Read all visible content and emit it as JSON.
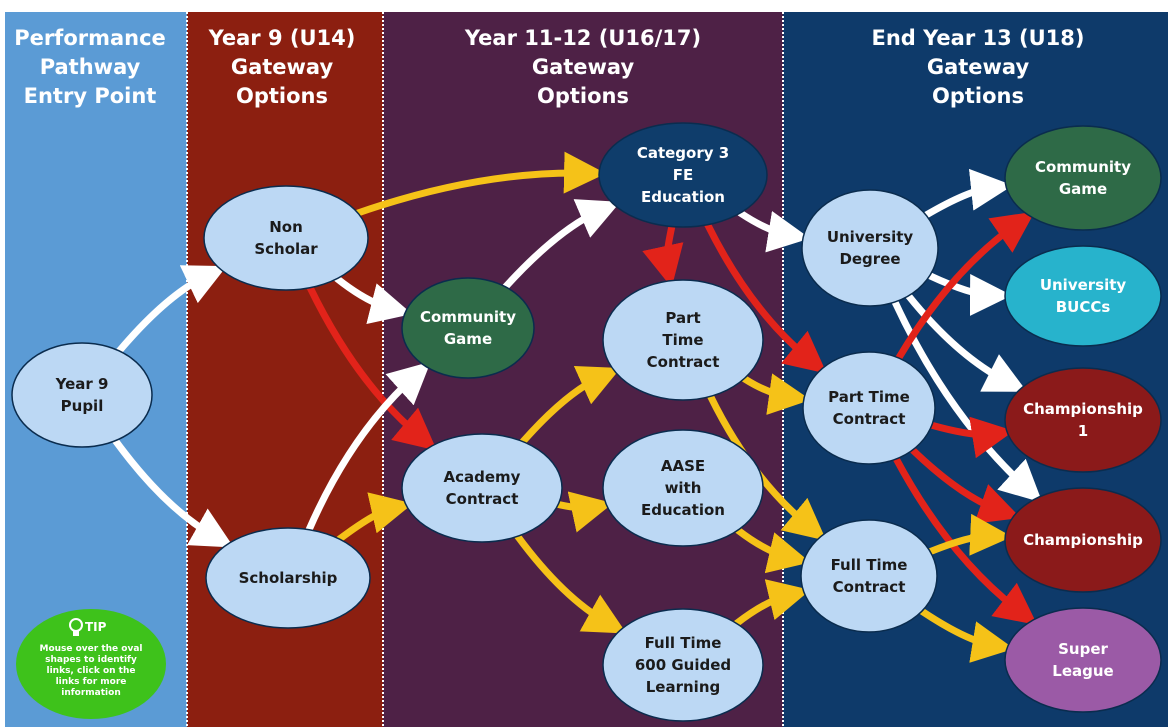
{
  "colors": {
    "col_entry": "#5b9bd5",
    "col_year9": "#8c1f10",
    "col_year11": "#4e2146",
    "col_year13": "#0e3a6a",
    "oval_light": "#bcd8f4",
    "oval_green": "#2e6a47",
    "oval_navy": "#0f3d6b",
    "oval_cyan": "#27b3cc",
    "oval_red": "#8b1a1a",
    "oval_purple": "#9b5aa6",
    "arrow_white": "#ffffff",
    "arrow_yellow": "#f5c218",
    "arrow_red": "#e2231a",
    "tip_green": "#3ec21b"
  },
  "columns": [
    {
      "id": "entry",
      "title": [
        "Performance",
        "Pathway",
        "Entry Point"
      ]
    },
    {
      "id": "year9",
      "title": [
        "Year 9 (U14)",
        "Gateway",
        "Options"
      ]
    },
    {
      "id": "year11",
      "title": [
        "Year 11-12 (U16/17)",
        "Gateway",
        "Options"
      ]
    },
    {
      "id": "year13",
      "title": [
        "End Year 13 (U18)",
        "Gateway",
        "Options"
      ]
    }
  ],
  "nodes": [
    {
      "id": "pupil",
      "lines": [
        "Year 9",
        "Pupil"
      ],
      "style": "light"
    },
    {
      "id": "nonscholar",
      "lines": [
        "Non",
        "Scholar"
      ],
      "style": "light"
    },
    {
      "id": "scholarship",
      "lines": [
        "Scholarship"
      ],
      "style": "light"
    },
    {
      "id": "community1",
      "lines": [
        "Community",
        "Game"
      ],
      "style": "green"
    },
    {
      "id": "academy",
      "lines": [
        "Academy",
        "Contract"
      ],
      "style": "light"
    },
    {
      "id": "cat3",
      "lines": [
        "Category 3",
        "FE",
        "Education"
      ],
      "style": "navy"
    },
    {
      "id": "parttime1",
      "lines": [
        "Part",
        "Time",
        "Contract"
      ],
      "style": "light"
    },
    {
      "id": "aase",
      "lines": [
        "AASE",
        "with",
        "Education"
      ],
      "style": "light"
    },
    {
      "id": "fulltime600",
      "lines": [
        "Full Time",
        "600 Guided",
        "Learning"
      ],
      "style": "light"
    },
    {
      "id": "university",
      "lines": [
        "University",
        "Degree"
      ],
      "style": "light"
    },
    {
      "id": "parttime2",
      "lines": [
        "Part Time",
        "Contract"
      ],
      "style": "light"
    },
    {
      "id": "fulltime2",
      "lines": [
        "Full Time",
        "Contract"
      ],
      "style": "light"
    },
    {
      "id": "community2",
      "lines": [
        "Community",
        "Game"
      ],
      "style": "green"
    },
    {
      "id": "bucc",
      "lines": [
        "University",
        "BUCCs"
      ],
      "style": "cyan"
    },
    {
      "id": "champ1",
      "lines": [
        "Championship",
        "1"
      ],
      "style": "red"
    },
    {
      "id": "champ",
      "lines": [
        "Championship"
      ],
      "style": "red"
    },
    {
      "id": "superleague",
      "lines": [
        "Super",
        "League"
      ],
      "style": "purple"
    }
  ],
  "links": [
    {
      "from": "pupil",
      "to": "nonscholar",
      "color": "white"
    },
    {
      "from": "pupil",
      "to": "scholarship",
      "color": "white"
    },
    {
      "from": "nonscholar",
      "to": "cat3",
      "color": "yellow"
    },
    {
      "from": "nonscholar",
      "to": "community1",
      "color": "white"
    },
    {
      "from": "nonscholar",
      "to": "academy",
      "color": "red"
    },
    {
      "from": "scholarship",
      "to": "community1",
      "color": "white"
    },
    {
      "from": "scholarship",
      "to": "academy",
      "color": "yellow"
    },
    {
      "from": "community1",
      "to": "cat3",
      "color": "white"
    },
    {
      "from": "cat3",
      "to": "parttime1",
      "color": "red"
    },
    {
      "from": "cat3",
      "to": "university",
      "color": "white"
    },
    {
      "from": "cat3",
      "to": "parttime2",
      "color": "red"
    },
    {
      "from": "academy",
      "to": "parttime1",
      "color": "yellow"
    },
    {
      "from": "academy",
      "to": "aase",
      "color": "yellow"
    },
    {
      "from": "academy",
      "to": "fulltime600",
      "color": "yellow"
    },
    {
      "from": "parttime1",
      "to": "parttime2",
      "color": "yellow"
    },
    {
      "from": "parttime1",
      "to": "fulltime2",
      "color": "yellow"
    },
    {
      "from": "aase",
      "to": "fulltime2",
      "color": "yellow"
    },
    {
      "from": "fulltime600",
      "to": "fulltime2",
      "color": "yellow"
    },
    {
      "from": "university",
      "to": "community2",
      "color": "white"
    },
    {
      "from": "university",
      "to": "bucc",
      "color": "white"
    },
    {
      "from": "university",
      "to": "champ1",
      "color": "white"
    },
    {
      "from": "university",
      "to": "champ",
      "color": "white"
    },
    {
      "from": "parttime2",
      "to": "community2",
      "color": "red"
    },
    {
      "from": "parttime2",
      "to": "champ1",
      "color": "red"
    },
    {
      "from": "parttime2",
      "to": "champ",
      "color": "red"
    },
    {
      "from": "parttime2",
      "to": "superleague",
      "color": "red"
    },
    {
      "from": "fulltime2",
      "to": "champ",
      "color": "yellow"
    },
    {
      "from": "fulltime2",
      "to": "superleague",
      "color": "yellow"
    }
  ],
  "tip": {
    "icon": "lightbulb-icon",
    "heading": "TIP",
    "lines": [
      "Mouse over the oval",
      "shapes to identify",
      "links, click on the",
      "links for more",
      "information"
    ]
  }
}
